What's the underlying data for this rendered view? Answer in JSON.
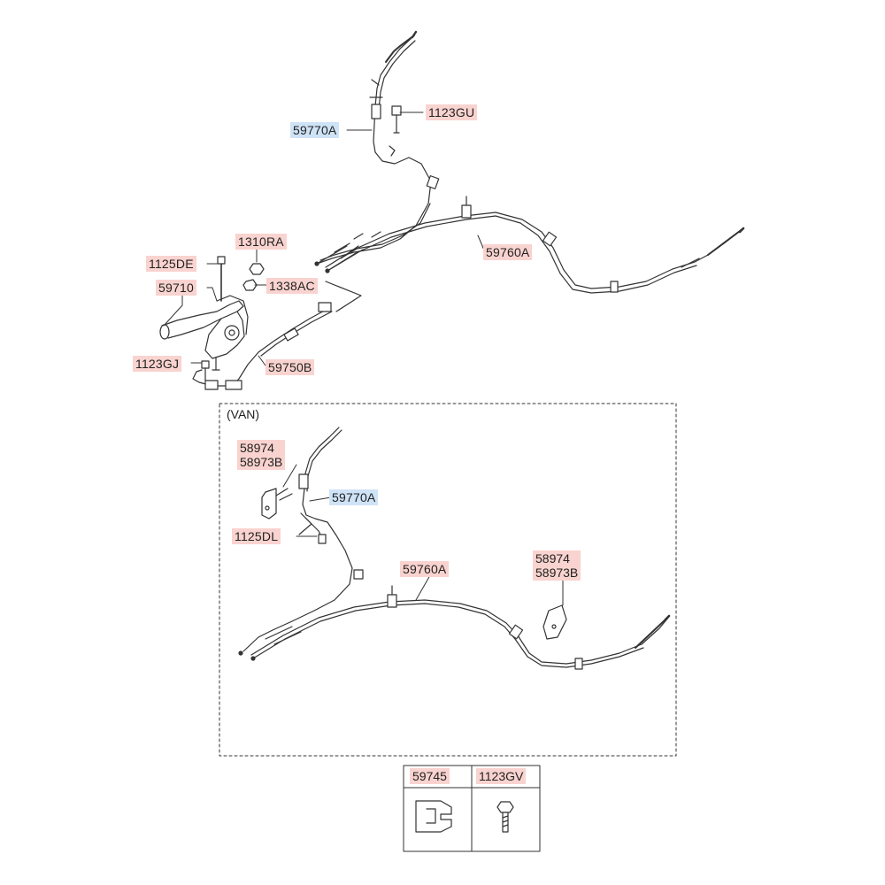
{
  "labels": {
    "l_59770A_top": "59770A",
    "l_1123GU": "1123GU",
    "l_1310RA": "1310RA",
    "l_1125DE": "1125DE",
    "l_59710": "59710",
    "l_1338AC": "1338AC",
    "l_59760A_top": "59760A",
    "l_1123GJ": "1123GJ",
    "l_59750B": "59750B",
    "van": "(VAN)",
    "l_58974_a": "58974",
    "l_58973B_a": "58973B",
    "l_59770A_van": "59770A",
    "l_1125DL": "1125DL",
    "l_59760A_van": "59760A",
    "l_58974_b": "58974",
    "l_58973B_b": "58973B",
    "l_59745": "59745",
    "l_1123GV": "1123GV"
  },
  "colors": {
    "label_red": "#f9d3cf",
    "label_blue": "#cfe3f7",
    "line": "#333333"
  }
}
